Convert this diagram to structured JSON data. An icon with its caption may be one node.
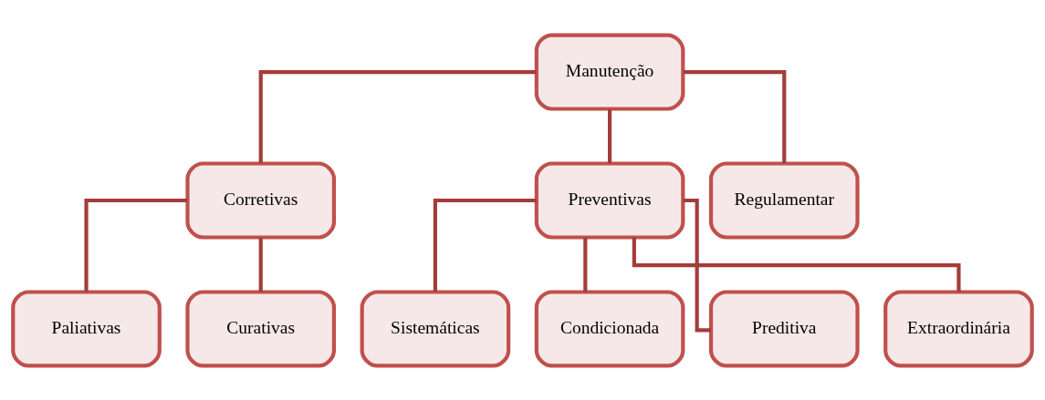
{
  "diagram": {
    "nodes": [
      {
        "text": [
          "Manutenção"
        ]
      },
      {
        "text": [
          "Corretivas"
        ]
      },
      {
        "text": [
          "Preventivas"
        ]
      },
      {
        "text": [
          "Regulamentar"
        ]
      },
      {
        "text": [
          "Paliativas"
        ]
      },
      {
        "text": [
          "Curativas"
        ]
      },
      {
        "text": [
          "Sistemáticas"
        ]
      },
      {
        "text": [
          "Condicionada"
        ]
      },
      {
        "text": [
          "Preditiva"
        ]
      },
      {
        "text": [
          "Extraordinária"
        ]
      }
    ],
    "edges": [
      {
        "from": 0,
        "to": 1,
        "arrow": "none"
      },
      {
        "from": 0,
        "to": 2,
        "arrow": "none"
      },
      {
        "from": 0,
        "to": 3,
        "arrow": "none"
      },
      {
        "from": 1,
        "to": 4,
        "arrow": "none"
      },
      {
        "from": 1,
        "to": 5,
        "arrow": "none"
      },
      {
        "from": 2,
        "to": 6,
        "arrow": "none"
      },
      {
        "from": 2,
        "to": 7,
        "arrow": "none"
      },
      {
        "from": 2,
        "to": 8,
        "arrow": "none"
      },
      {
        "from": 2,
        "to": 9,
        "arrow": "none"
      }
    ]
  }
}
